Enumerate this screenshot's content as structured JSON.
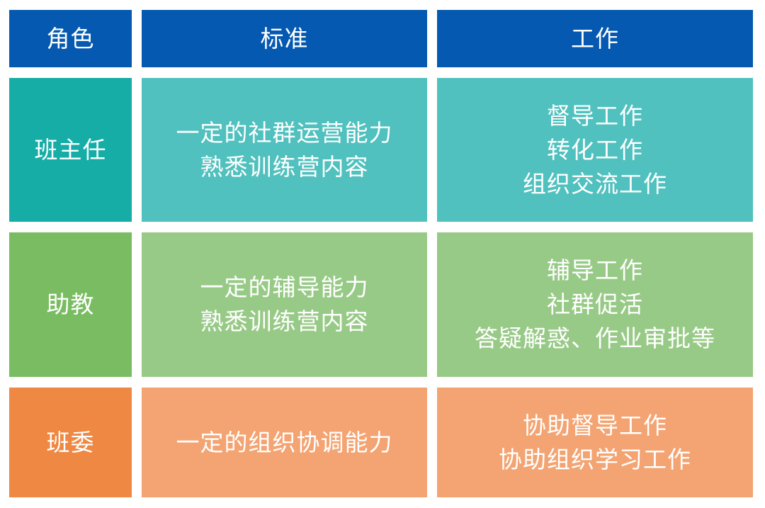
{
  "colors": {
    "header_bg": "#0559B0",
    "row_1_role_bg": "#16ADA7",
    "row_1_cell_bg": "#50C1BE",
    "row_2_role_bg": "#79BC61",
    "row_2_cell_bg": "#98CA87",
    "row_3_role_bg": "#EE8842",
    "row_3_cell_bg": "#F3A472",
    "text": "#FFFFFF"
  },
  "table": {
    "headers": [
      "角色",
      "标准",
      "工作"
    ],
    "rows": [
      {
        "role": "班主任",
        "standard": [
          "一定的社群运营能力",
          "熟悉训练营内容"
        ],
        "work": [
          "督导工作",
          "转化工作",
          "组织交流工作"
        ]
      },
      {
        "role": "助教",
        "standard": [
          "一定的辅导能力",
          "熟悉训练营内容"
        ],
        "work": [
          "辅导工作",
          "社群促活",
          "答疑解惑、作业审批等"
        ]
      },
      {
        "role": "班委",
        "standard": [
          "一定的组织协调能力"
        ],
        "work": [
          "协助督导工作",
          "协助组织学习工作"
        ]
      }
    ]
  }
}
